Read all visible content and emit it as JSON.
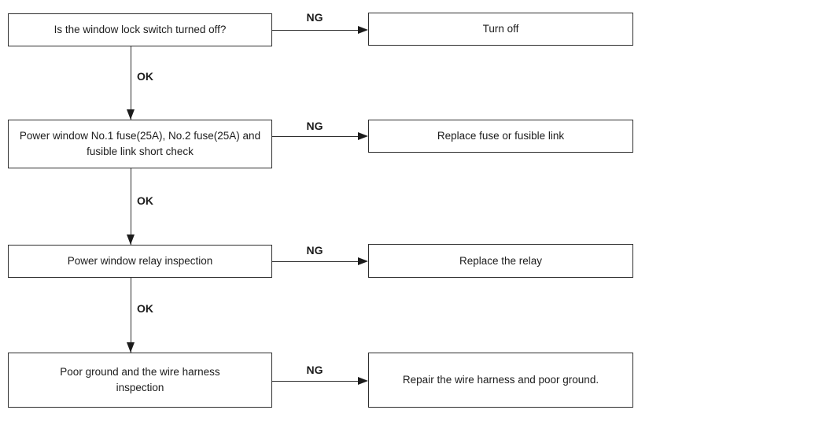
{
  "flowchart": {
    "rows": [
      {
        "step": "Is the window lock switch turned off?",
        "ng_label": "NG",
        "action": "Turn off",
        "ok_label": "OK"
      },
      {
        "step": "Power window No.1 fuse(25A), No.2 fuse(25A) and fusible link short check",
        "ng_label": "NG",
        "action": "Replace fuse or fusible link",
        "ok_label": "OK"
      },
      {
        "step": "Power window relay inspection",
        "ng_label": "NG",
        "action": "Replace the relay",
        "ok_label": "OK"
      },
      {
        "step": "Poor ground and the wire harness inspection",
        "ng_label": "NG",
        "action": "Repair the wire harness and poor ground."
      }
    ],
    "colors": {
      "line": "#2e2e2e",
      "text": "#1c1c1c",
      "background": "#ffffff"
    }
  }
}
